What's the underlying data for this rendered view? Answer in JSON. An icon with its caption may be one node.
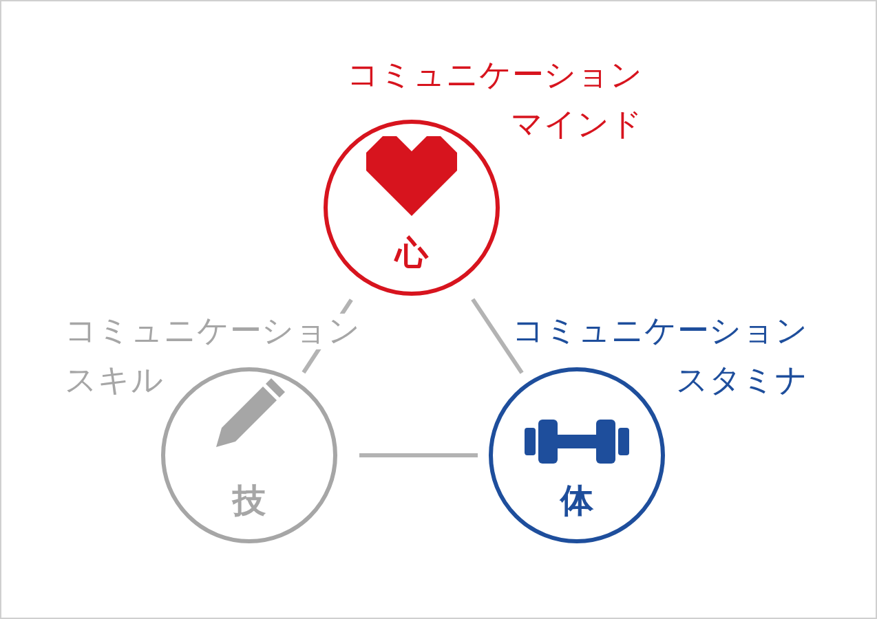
{
  "diagram": {
    "nodes": [
      {
        "text": [
          "コミュニケーションマインド",
          "心"
        ]
      },
      {
        "text": [
          "コミュニケーションスキル",
          "技"
        ]
      },
      {
        "text": [
          "コミュニケーションスタミナ",
          "体"
        ]
      }
    ],
    "edges": [
      {
        "from": 0,
        "to": 1,
        "arrow": "none"
      },
      {
        "from": 0,
        "to": 2,
        "arrow": "none"
      },
      {
        "from": 1,
        "to": 2,
        "arrow": "none"
      }
    ]
  }
}
